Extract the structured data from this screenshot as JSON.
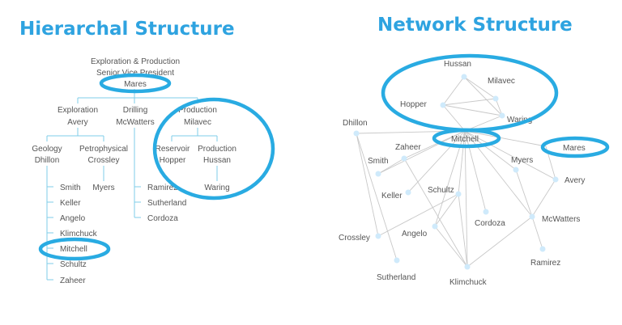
{
  "hierarchy": {
    "title": "Hierarchal Structure",
    "root": {
      "line1": "Exploration & Production",
      "line2": "Senior Vice President",
      "name": "Mares"
    },
    "exploration": {
      "role": "Exploration",
      "name": "Avery"
    },
    "drilling": {
      "role": "Drilling",
      "name": "McWatters"
    },
    "production": {
      "role": "Production",
      "name": "Milavec"
    },
    "geology": {
      "role": "Geology",
      "name": "Dhillon"
    },
    "petrophysical": {
      "role": "Petrophysical",
      "name": "Crossley"
    },
    "reservoir": {
      "role": "Reservoir",
      "name": "Hopper"
    },
    "production_sub": {
      "role": "Production",
      "name": "Hussan"
    },
    "geology_staff": [
      "Smith",
      "Keller",
      "Angelo",
      "Klimchuck",
      "Mitchell",
      "Schultz",
      "Zaheer"
    ],
    "petrophysical_staff": [
      "Myers"
    ],
    "drilling_staff": [
      "Ramirez",
      "Sutherland",
      "Cordoza"
    ],
    "production_staff": [
      "Waring"
    ]
  },
  "network": {
    "title": "Network Structure",
    "nodes": [
      "Hussan",
      "Milavec",
      "Hopper",
      "Waring",
      "Dhillon",
      "Mitchell",
      "Mares",
      "Zaheer",
      "Smith",
      "Myers",
      "Avery",
      "Keller",
      "Schultz",
      "Cordoza",
      "McWatters",
      "Angelo",
      "Crossley",
      "Ramirez",
      "Sutherland",
      "Klimchuck"
    ]
  },
  "colors": {
    "title": "#2ea3e0",
    "highlight": "#29abe2",
    "tree_line": "#7fcde8",
    "network_edge": "#c8c8c8",
    "node": "#cfeafb",
    "text": "#555555"
  }
}
